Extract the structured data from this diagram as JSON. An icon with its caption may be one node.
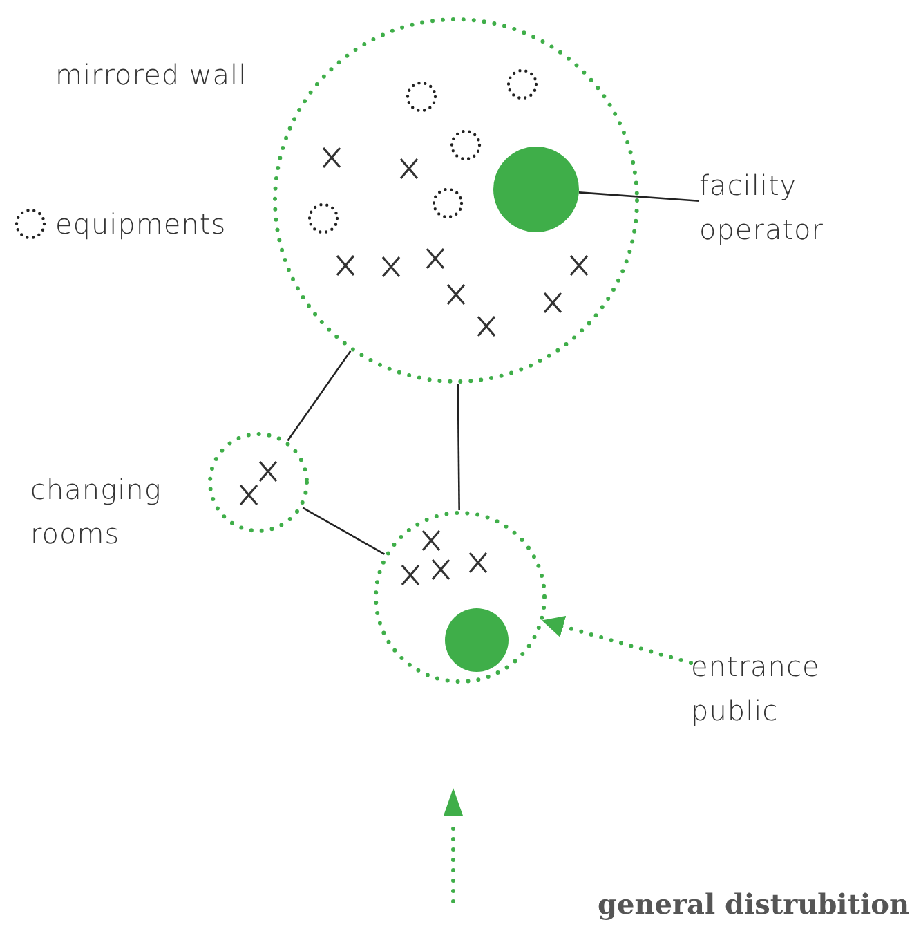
{
  "diagram": {
    "caption": "general distrubition",
    "nodes": [
      {
        "text": [],
        "shape": "circle"
      },
      {
        "text": [],
        "shape": "circle",
        "in": 0
      },
      {
        "text": [
          "facility operator"
        ]
      },
      {
        "text": [],
        "shape": "circle"
      },
      {
        "text": [],
        "shape": "circle"
      },
      {
        "text": [],
        "shape": "circle",
        "in": 4
      },
      {
        "text": [
          "entrance public"
        ]
      }
    ],
    "edges": [
      {
        "from": 0,
        "to": 3,
        "arrow": "none"
      },
      {
        "from": 3,
        "to": 4,
        "arrow": "none"
      },
      {
        "from": 0,
        "to": 4,
        "arrow": "none"
      },
      {
        "from": 2,
        "to": 1,
        "arrow": "none"
      },
      {
        "from": 6,
        "to": 4,
        "arrow": "to",
        "style": "dashed",
        "color": "#3fae49"
      }
    ],
    "labels": [
      "mirrored wall",
      "changing rooms"
    ],
    "legend": [
      {
        "text": "equipments"
      }
    ]
  }
}
